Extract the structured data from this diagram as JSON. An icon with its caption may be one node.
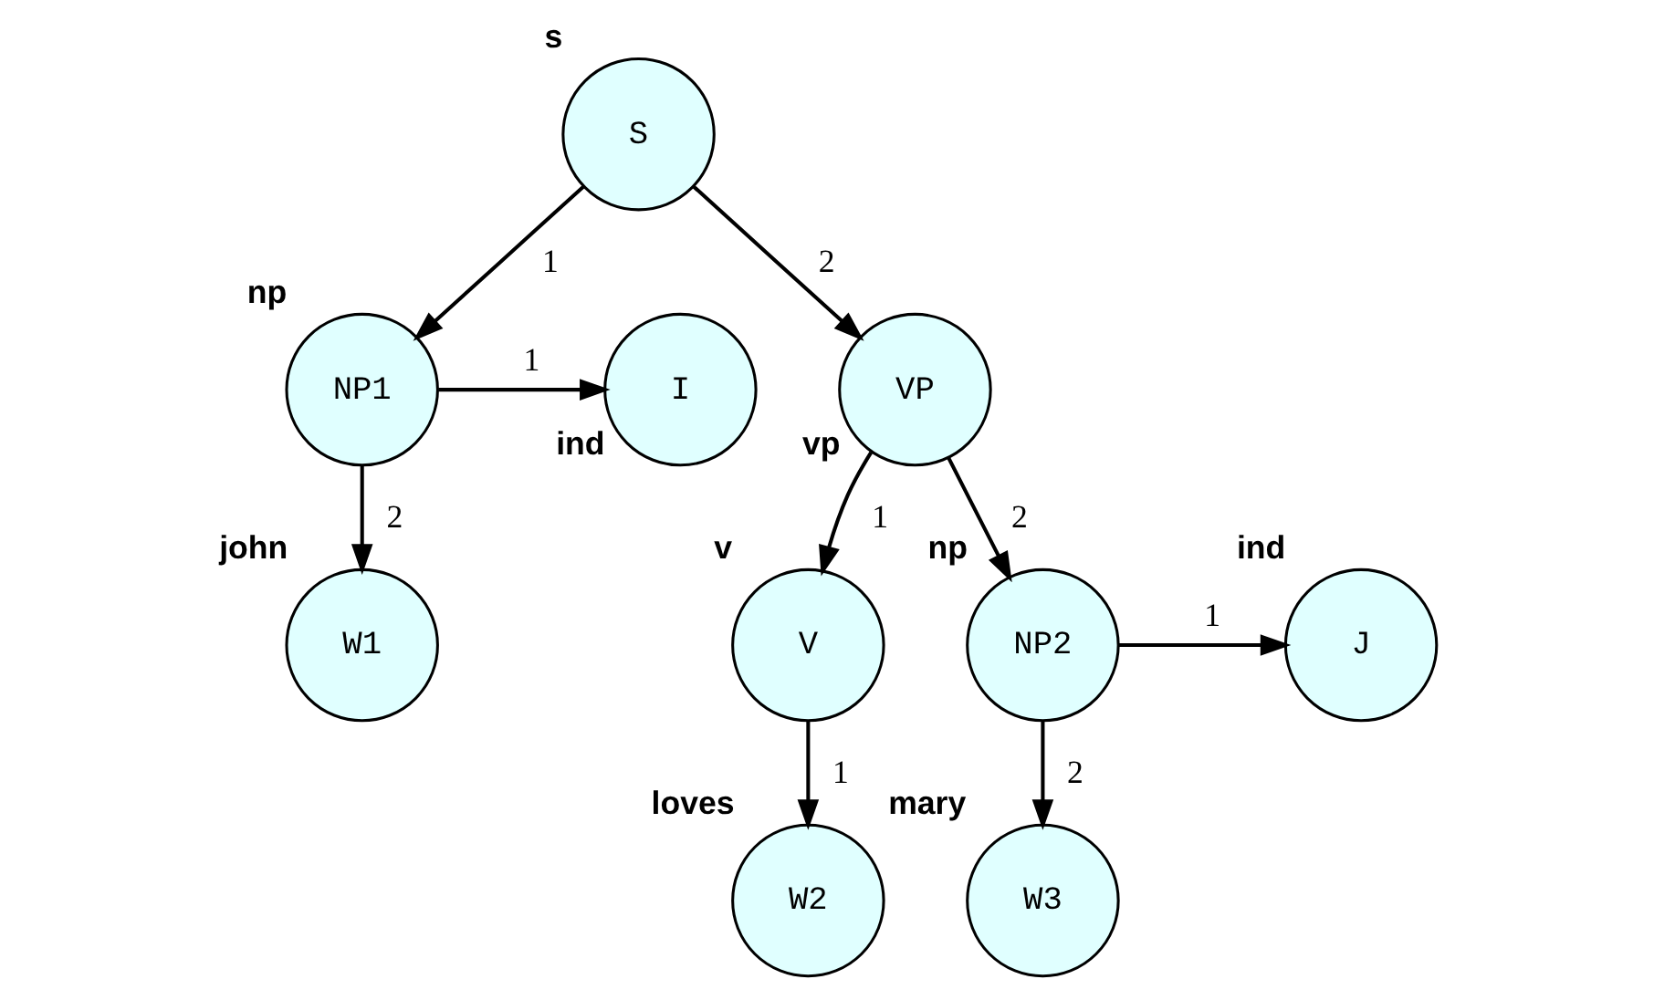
{
  "diagram": {
    "nodes": [
      {
        "text": [
          "S"
        ],
        "beside": [
          "s"
        ]
      },
      {
        "text": [
          "I"
        ],
        "beside": [
          "ind"
        ]
      },
      {
        "text": [
          "NP1"
        ],
        "beside": [
          "np"
        ]
      },
      {
        "text": [
          "VP"
        ],
        "beside": [
          "vp"
        ]
      },
      {
        "text": [
          "W1"
        ],
        "beside": [
          "john"
        ]
      },
      {
        "text": [
          "V"
        ],
        "beside": [
          "v"
        ]
      },
      {
        "text": [
          "NP2"
        ],
        "beside": [
          "np"
        ]
      },
      {
        "text": [
          "J"
        ],
        "beside": [
          "ind"
        ]
      },
      {
        "text": [
          "W2"
        ],
        "beside": [
          "loves"
        ]
      },
      {
        "text": [
          "W3"
        ],
        "beside": [
          "mary"
        ]
      }
    ],
    "edges": [
      {
        "from": 0,
        "to": 2,
        "arrow": "to",
        "label": "1"
      },
      {
        "from": 0,
        "to": 3,
        "arrow": "to",
        "label": "2"
      },
      {
        "from": 2,
        "to": 1,
        "arrow": "to",
        "label": "1"
      },
      {
        "from": 2,
        "to": 4,
        "arrow": "to",
        "label": "2"
      },
      {
        "from": 3,
        "to": 5,
        "arrow": "to",
        "label": "1"
      },
      {
        "from": 3,
        "to": 6,
        "arrow": "to",
        "label": "2"
      },
      {
        "from": 6,
        "to": 7,
        "arrow": "to",
        "label": "1"
      },
      {
        "from": 5,
        "to": 8,
        "arrow": "to",
        "label": "1"
      },
      {
        "from": 6,
        "to": 9,
        "arrow": "to",
        "label": "2"
      }
    ]
  }
}
